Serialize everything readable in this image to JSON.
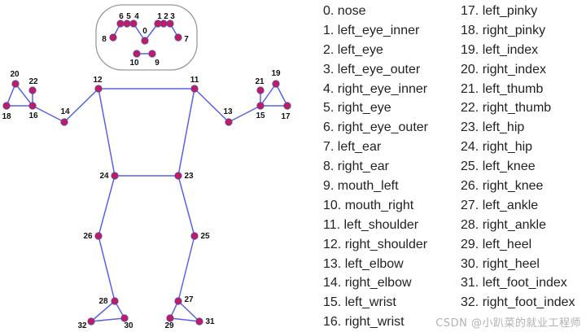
{
  "colors": {
    "bone": "#5662e6",
    "joint_fill": "#c9185c",
    "joint_stroke": "#6a3fa0",
    "face_box": "#999999",
    "text": "#222222"
  },
  "landmarks": [
    {
      "id": "0",
      "name": "nose"
    },
    {
      "id": "1",
      "name": "left_eye_inner"
    },
    {
      "id": "2",
      "name": "left_eye"
    },
    {
      "id": "3",
      "name": "left_eye_outer"
    },
    {
      "id": "4",
      "name": "right_eye_inner"
    },
    {
      "id": "5",
      "name": "right_eye"
    },
    {
      "id": "6",
      "name": "right_eye_outer"
    },
    {
      "id": "7",
      "name": "left_ear"
    },
    {
      "id": "8",
      "name": "right_ear"
    },
    {
      "id": "9",
      "name": "mouth_left"
    },
    {
      "id": "10",
      "name": "mouth_right"
    },
    {
      "id": "11",
      "name": "left_shoulder"
    },
    {
      "id": "12",
      "name": "right_shoulder"
    },
    {
      "id": "13",
      "name": "left_elbow"
    },
    {
      "id": "14",
      "name": "right_elbow"
    },
    {
      "id": "15",
      "name": "left_wrist"
    },
    {
      "id": "16",
      "name": "right_wrist"
    },
    {
      "id": "17",
      "name": "left_pinky"
    },
    {
      "id": "18",
      "name": "right_pinky"
    },
    {
      "id": "19",
      "name": "left_index"
    },
    {
      "id": "20",
      "name": "right_index"
    },
    {
      "id": "21",
      "name": "left_thumb"
    },
    {
      "id": "22",
      "name": "right_thumb"
    },
    {
      "id": "23",
      "name": "left_hip"
    },
    {
      "id": "24",
      "name": "right_hip"
    },
    {
      "id": "25",
      "name": "left_knee"
    },
    {
      "id": "26",
      "name": "right_knee"
    },
    {
      "id": "27",
      "name": "left_ankle"
    },
    {
      "id": "28",
      "name": "right_ankle"
    },
    {
      "id": "29",
      "name": "left_heel"
    },
    {
      "id": "30",
      "name": "right_heel"
    },
    {
      "id": "31",
      "name": "left_foot_index"
    },
    {
      "id": "32",
      "name": "right_foot_index"
    }
  ],
  "watermark": "CSDN @小趴菜的就业工程师"
}
